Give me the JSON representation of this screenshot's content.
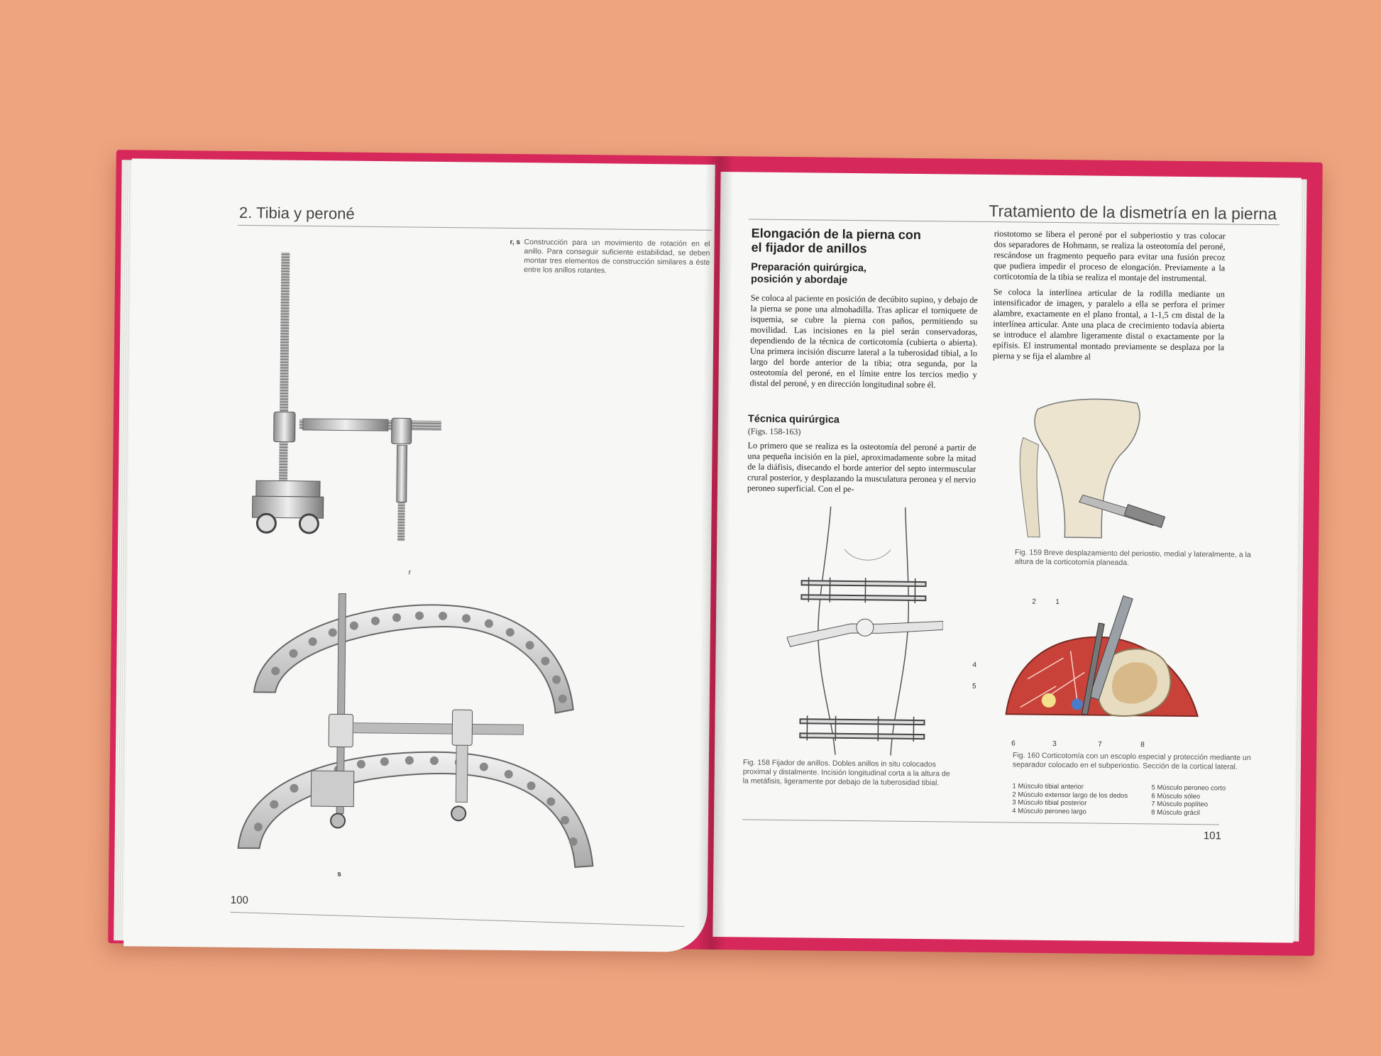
{
  "left_page": {
    "running_head": "2. Tibia y peroné",
    "caption_label": "r, s",
    "caption_text": "Construcción para un movimiento de rotación en el anillo. Para conseguir suficiente estabilidad, se deben montar tres elementos de construcción similares a éste entre los anillos rotantes.",
    "figure_label_r": "r",
    "figure_label_s": "s",
    "page_number": "100"
  },
  "right_page": {
    "running_head": "Tratamiento de la dismetría en la pierna",
    "heading_main": "Elongación de la pierna con el fijador de anillos",
    "heading_prep": "Preparación quirúrgica, posición y abordaje",
    "para_prep": "Se coloca al paciente en posición de decúbito supino, y debajo de la pierna se pone una almohadilla. Tras aplicar el torniquete de isquemia, se cubre la pierna con paños, permitiendo su movilidad. Las incisiones en la piel serán conservadoras, dependiendo de la técnica de corticotomía (cubierta o abierta). Una primera incisión discurre lateral a la tuberosidad tibial, a lo largo del borde anterior de la tibia; otra segunda, por la osteotomía del peroné, en el límite entre los tercios medio y distal del peroné, y en dirección longitudinal sobre él.",
    "heading_tech": "Técnica quirúrgica",
    "figs_ref": "(Figs. 158-163)",
    "para_tech": "Lo primero que se realiza es la osteotomía del peroné a partir de una pequeña incisión en la piel, aproximadamente sobre la mitad de la diáfisis, disecando el borde anterior del septo intermuscular crural posterior, y desplazando la musculatura peronea y el nervio peroneo superficial. Con el pe-",
    "para_col2_a": "riostotomo se libera el peroné por el subperiostio y tras colocar dos separadores de Hohmann, se realiza la osteotomía del peroné, rescándose un fragmento pequeño para evitar una fusión precoz que pudiera impedir el proceso de elongación. Previamente a la corticotomía de la tibia se realiza el montaje del instrumental.",
    "para_col2_b": "Se coloca la interlínea articular de la rodilla mediante un intensificador de imagen, y paralelo a ella se perfora el primer alambre, exactamente en el plano frontal, a 1-1,5 cm distal de la interlínea articular. Ante una placa de crecimiento todavía abierta se introduce el alambre ligeramente distal o exactamente por la epífisis. El instrumental montado previamente se desplaza por la pierna y se fija el alambre al",
    "fig158_caption": "Fig. 158 Fijador de anillos. Dobles anillos in situ colocados proximal y distalmente. Incisión longitudinal corta a la altura de la metáfisis, ligeramente por debajo de la tuberosidad tibial.",
    "fig159_caption": "Fig. 159 Breve desplazamiento del periostio, medial y lateralmente, a la altura de la corticotomía planeada.",
    "fig160_caption": "Fig. 160 Corticotomía con un escoplo especial y protección mediante un separador colocado en el subperiostio. Sección de la cortical lateral.",
    "legend_left": [
      "1 Músculo tibial anterior",
      "2 Músculo extensor largo de los dedos",
      "3 Músculo tibial posterior",
      "4 Músculo peroneo largo"
    ],
    "legend_right": [
      "5 Músculo peroneo corto",
      "6 Músculo sóleo",
      "7 Músculo poplíteo",
      "8 Músculo grácil"
    ],
    "fig160_numbers": [
      "1",
      "2",
      "3",
      "4",
      "5",
      "6",
      "7",
      "8"
    ],
    "page_number": "101"
  },
  "colors": {
    "background": "#eea47f",
    "cover": "#d6285a",
    "paper": "#f7f7f5",
    "muscle": "#c9423a",
    "bone": "#e7dcc0"
  }
}
